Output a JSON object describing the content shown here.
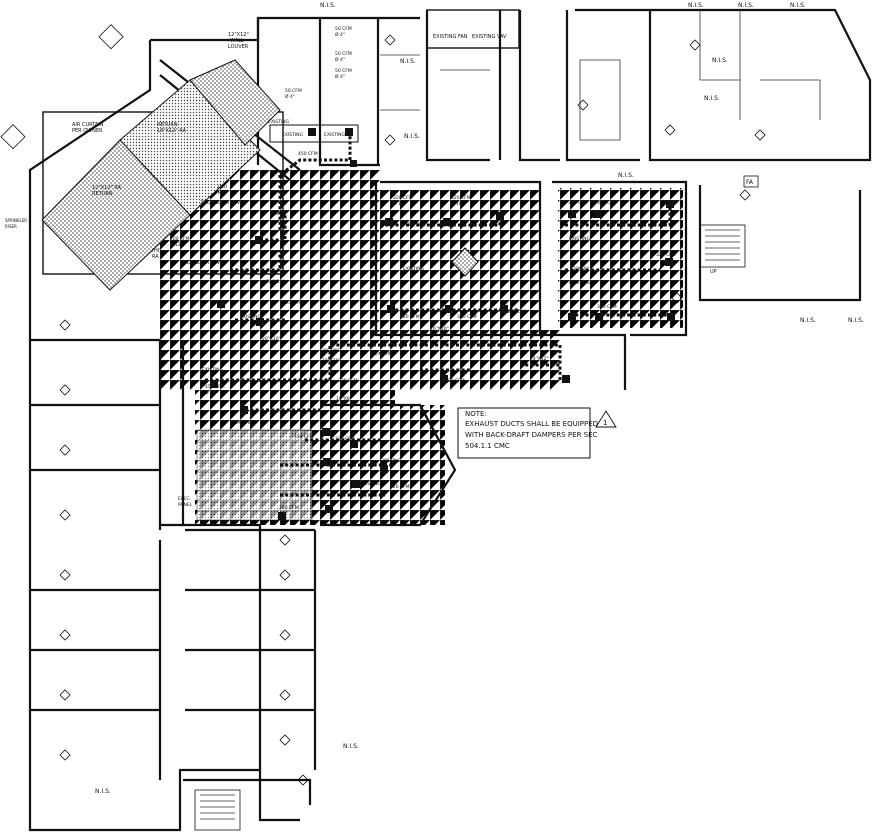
{
  "plan": {
    "nis": "N.I.S.",
    "note": {
      "heading": "NOTE:",
      "lines": [
        "EXHAUST DUCTS SHALL BE EQUIPPED",
        "WITH BACK-DRAFT DAMPERS PER SEC",
        "504.1.1 CMC"
      ],
      "revision_mark": "1"
    },
    "labels": {
      "air_curtain": [
        "AIR CURTAIN",
        "PER OWNER"
      ],
      "return_top": [
        "RETURN",
        "18\"X12\" RA"
      ],
      "return_side": [
        "12\"X12\" RA",
        "RETURN"
      ],
      "hi_ra": [
        "(HI)",
        "RA"
      ],
      "floor_level_a": "2ND FLOOR LEVEL",
      "floor_level_b": "2ND FLOOR LEVEL",
      "wall_louver": [
        "12\"X12\"",
        "WALL",
        "LOUVER"
      ],
      "existing_fan": "EXISTING FAN",
      "existing_vav": "EXISTING VAV",
      "electrical_panel": [
        "ELEC.",
        "PANEL"
      ],
      "side_note": [
        "SPRINKLER",
        "RISER"
      ],
      "fa_tag": "FA",
      "stair_up": "UP"
    },
    "existing": "EXISTING",
    "cfm_tags": [
      "50 CFM",
      "50 CFM",
      "50 CFM",
      "50 CFM",
      "320 CFM",
      "320 CFM",
      "320 CFM",
      "320 CFM",
      "320 CFM",
      "320 CFM",
      "200 CFM",
      "450 CFM",
      "450 CFM",
      "320 CFM",
      "320 CFM",
      "320 CFM",
      "320 CFM",
      "320 CFM",
      "450 CFM",
      "280 CFM",
      "320 CFM",
      "320 CFM"
    ],
    "diffuser_sizes": [
      "Ø 4\"",
      "Ø 10\"",
      "Ø 12\"",
      "8\"Ø"
    ],
    "duct_sizes": [
      "14\"X8\"",
      "16\"X10\"",
      "22\"X10\"",
      "20\"X10\"",
      "18\"X10\"",
      "24\"X12\"",
      "12\"X10\"",
      "10\"X8\""
    ]
  }
}
